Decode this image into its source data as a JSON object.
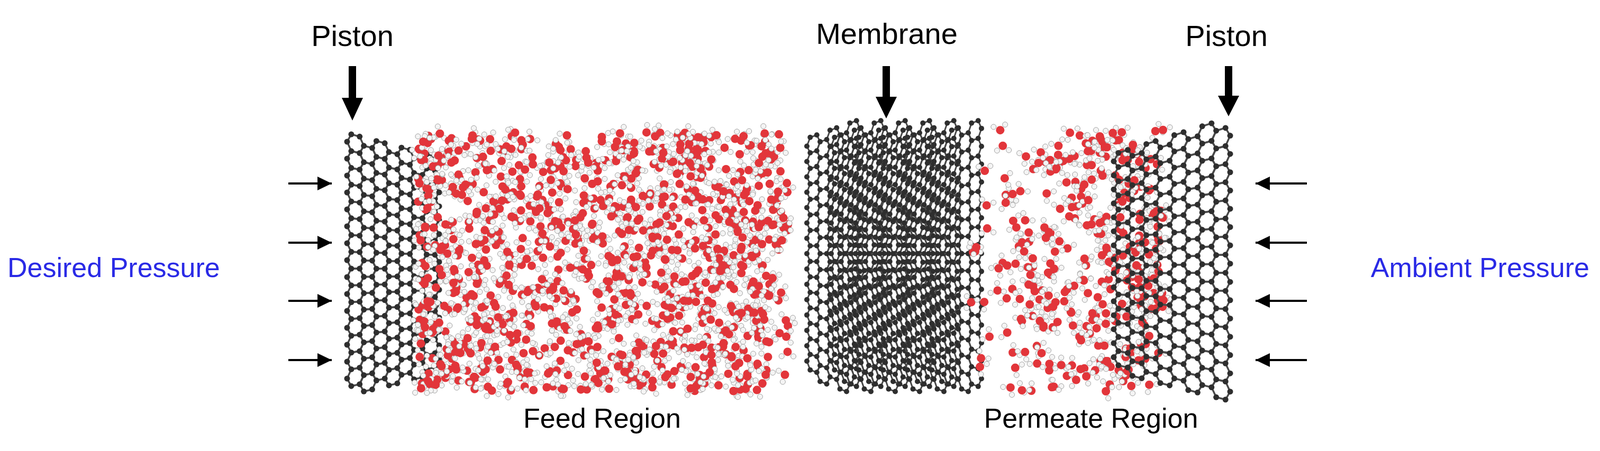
{
  "diagram": {
    "labels": [
      "Piston",
      "Membrane",
      "Piston",
      "Desired Pressure",
      "Ambient Pressure",
      "Feed Region",
      "Permeate Region"
    ]
  }
}
